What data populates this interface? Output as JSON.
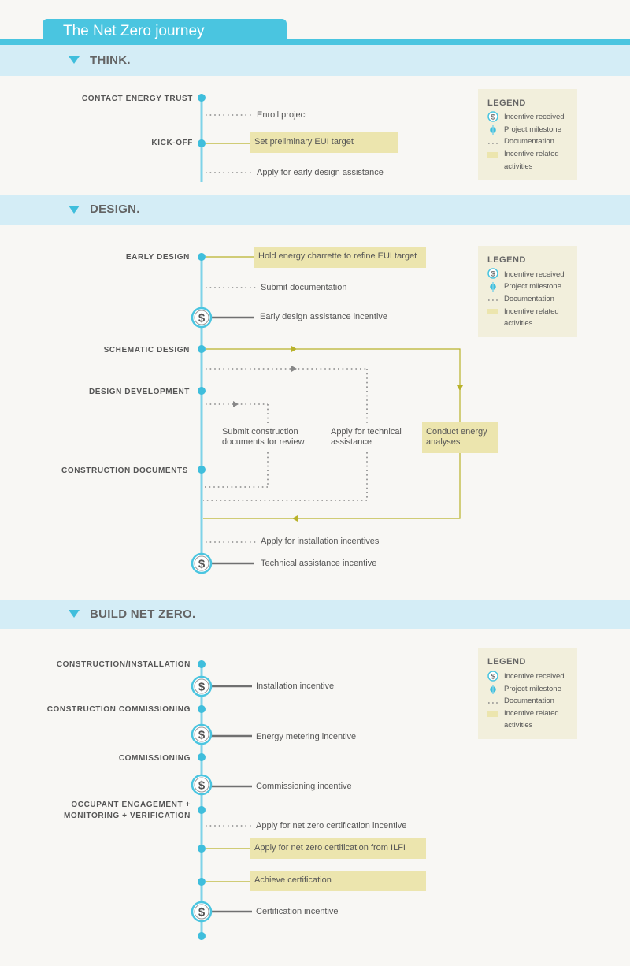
{
  "header": {
    "title": "The Net Zero journey"
  },
  "colors": {
    "accent": "#4ac5e0",
    "band": "#d4edf6",
    "activity": "#ece5ae",
    "arrow": "#b9b22a"
  },
  "legend": {
    "title": "LEGEND",
    "items": [
      "Incentive received",
      "Project milestone",
      "Documentation",
      "Incentive related activities"
    ],
    "activities_line1": "Incentive related",
    "activities_line2": "activities"
  },
  "think": {
    "title": "THINK.",
    "stages": {
      "contact": "CONTACT ENERGY TRUST",
      "kickoff": "KICK-OFF"
    },
    "notes": {
      "enroll": "Enroll project",
      "apply_early": "Apply for early design assistance"
    },
    "activities": {
      "eui": "Set preliminary EUI target"
    }
  },
  "design": {
    "title": "DESIGN.",
    "stages": {
      "early": "EARLY DESIGN",
      "schematic": "SCHEMATIC DESIGN",
      "development": "DESIGN DEVELOPMENT",
      "construction_docs": "CONSTRUCTION DOCUMENTS"
    },
    "notes": {
      "submit_doc": "Submit documentation",
      "early_incentive": "Early design assistance incentive",
      "submit_cd_1": "Submit construction",
      "submit_cd_2": "documents for review",
      "apply_tech_1": "Apply for technical",
      "apply_tech_2": "assistance",
      "apply_install": "Apply for installation incentives",
      "tech_incentive": "Technical assistance incentive"
    },
    "activities": {
      "charrette": "Hold energy charrette to refine EUI target",
      "analyses_1": "Conduct energy",
      "analyses_2": "analyses"
    }
  },
  "build": {
    "title": "BUILD NET ZERO.",
    "stages": {
      "construction": "CONSTRUCTION/INSTALLATION",
      "const_comm": "CONSTRUCTION COMMISSIONING",
      "commissioning": "COMMISSIONING",
      "occupant_1": "OCCUPANT ENGAGEMENT +",
      "occupant_2": "MONITORING + VERIFICATION"
    },
    "notes": {
      "install_incentive": "Installation incentive",
      "metering_incentive": "Energy metering incentive",
      "comm_incentive": "Commissioning incentive",
      "apply_nz": "Apply for net zero certification incentive",
      "cert_incentive": "Certification incentive"
    },
    "activities": {
      "ilfi": "Apply for net zero certification from ILFI",
      "achieve": "Achieve certification"
    }
  }
}
